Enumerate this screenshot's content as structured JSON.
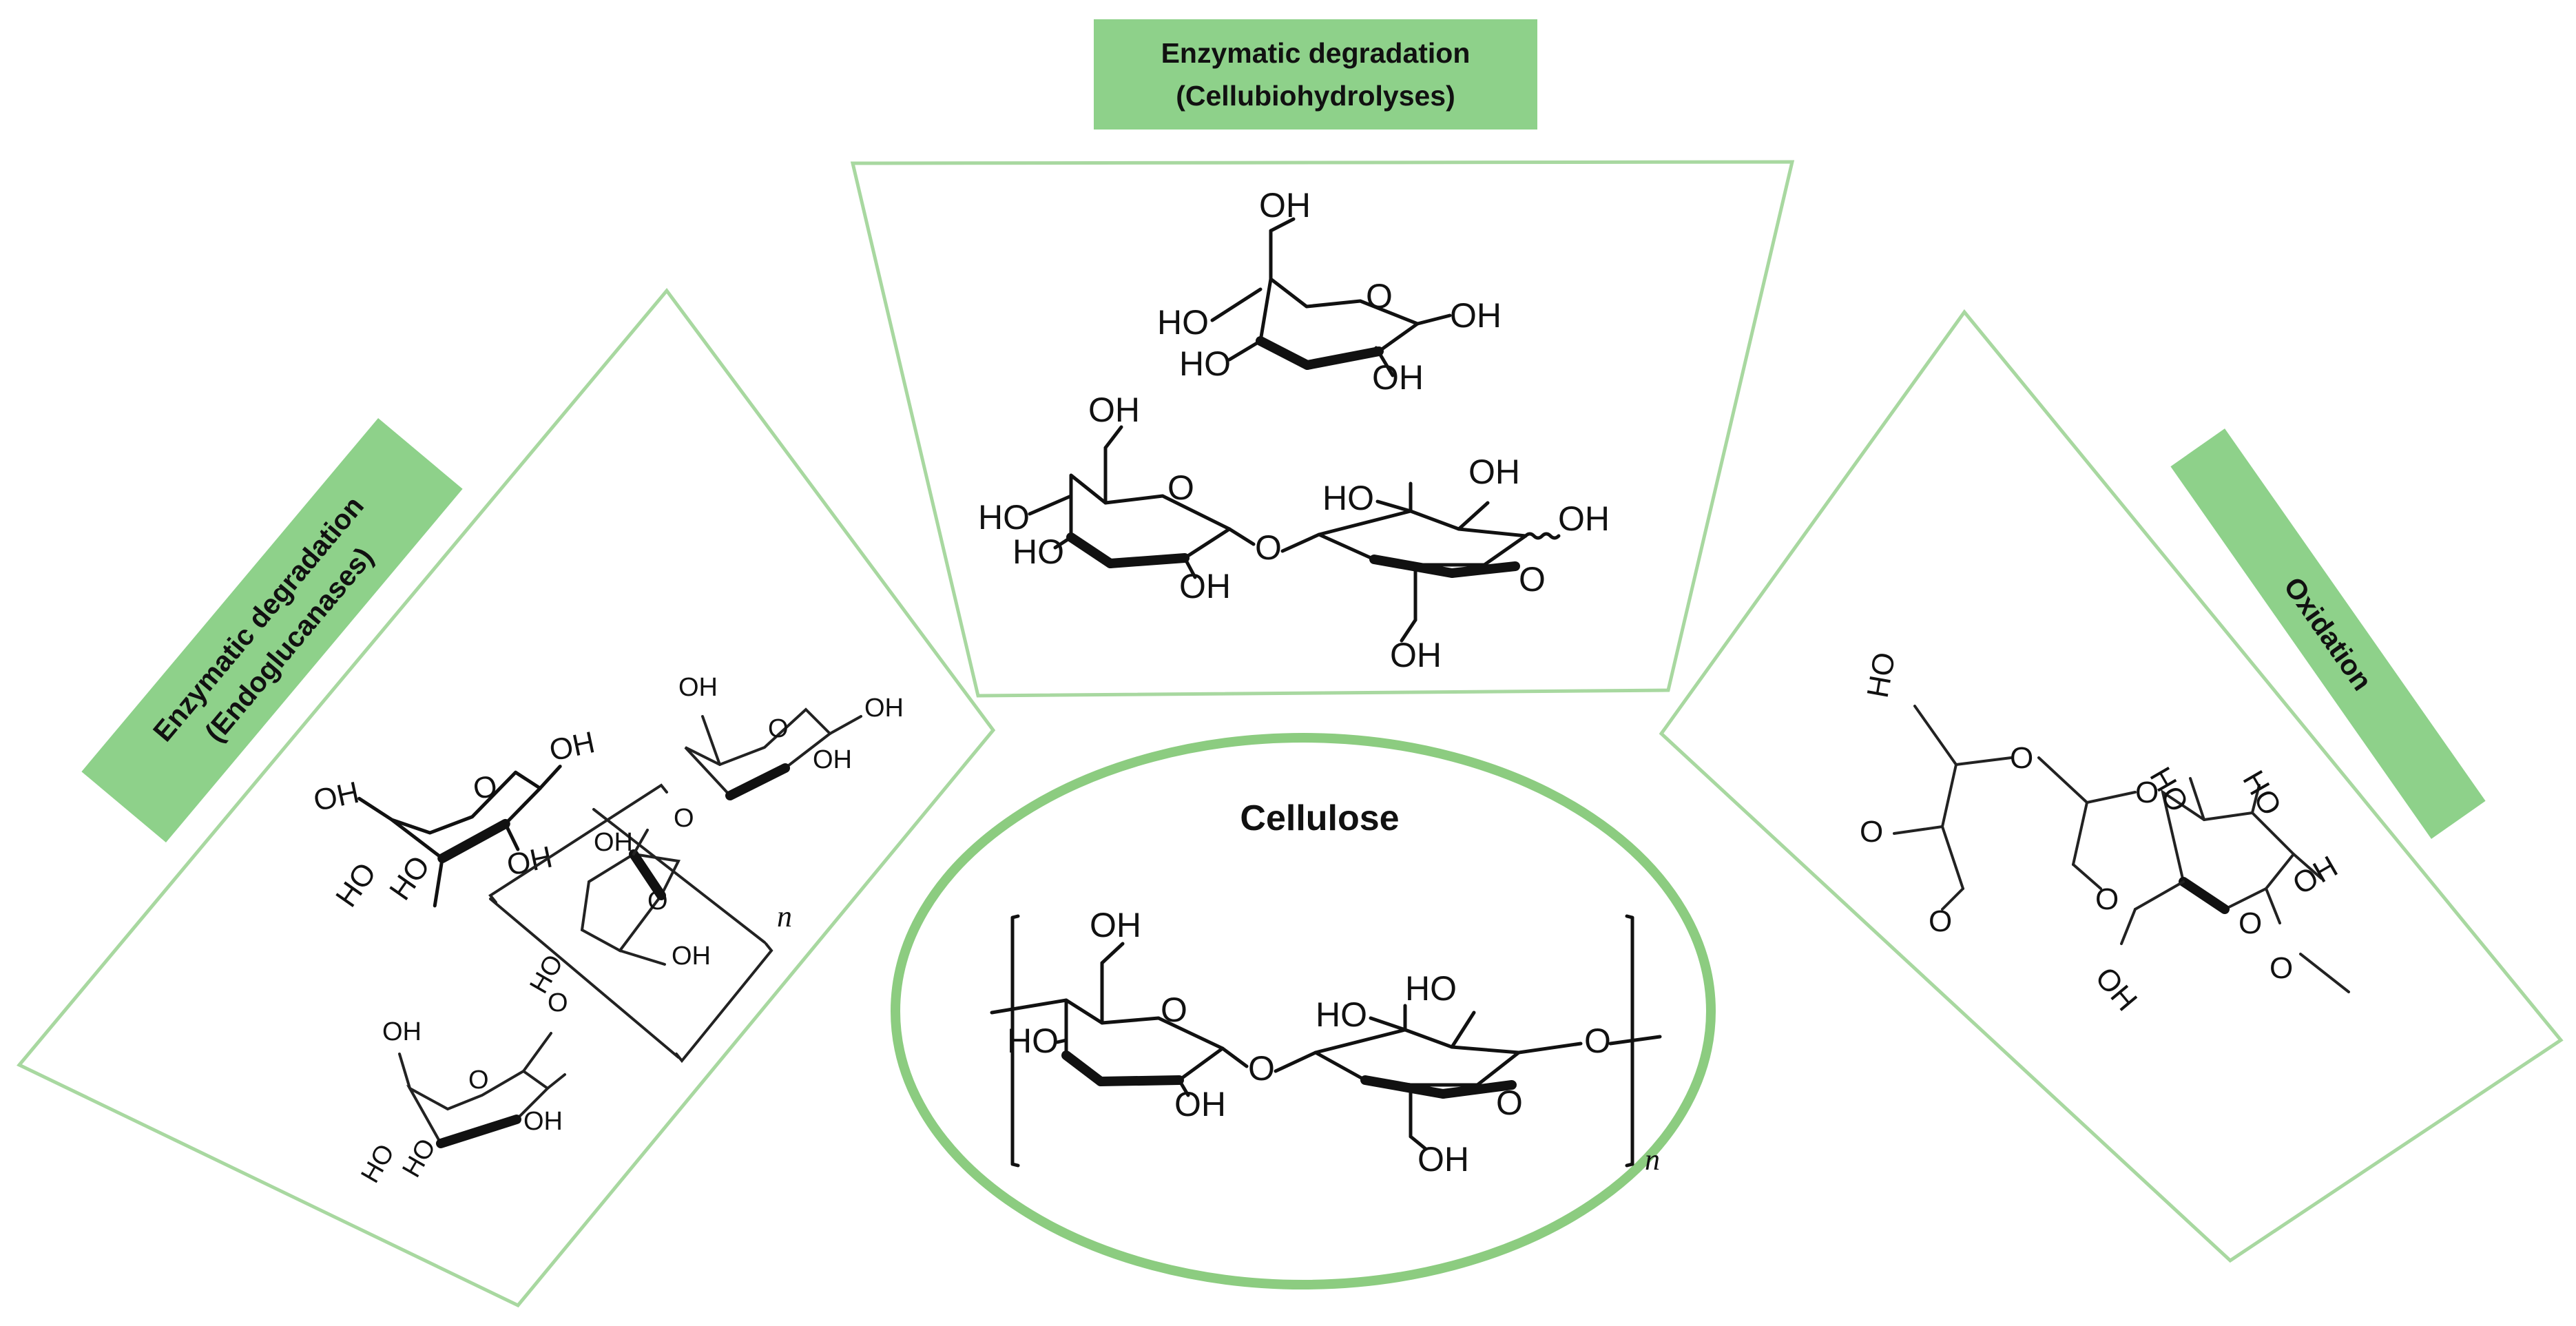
{
  "labels": {
    "top": [
      "Enzymatic degradation",
      "(Cellubiohydrolyses)"
    ],
    "left": [
      "Enzymatic degradation",
      "(Endoglucanases)"
    ],
    "right": "Oxidation",
    "center": "Cellulose"
  },
  "atoms": {
    "oh": "OH",
    "ho": "HO",
    "o": "O",
    "n": "n"
  },
  "colors": {
    "panel_stroke": "#a8d8a0",
    "label_fill": "#8ed18a"
  }
}
